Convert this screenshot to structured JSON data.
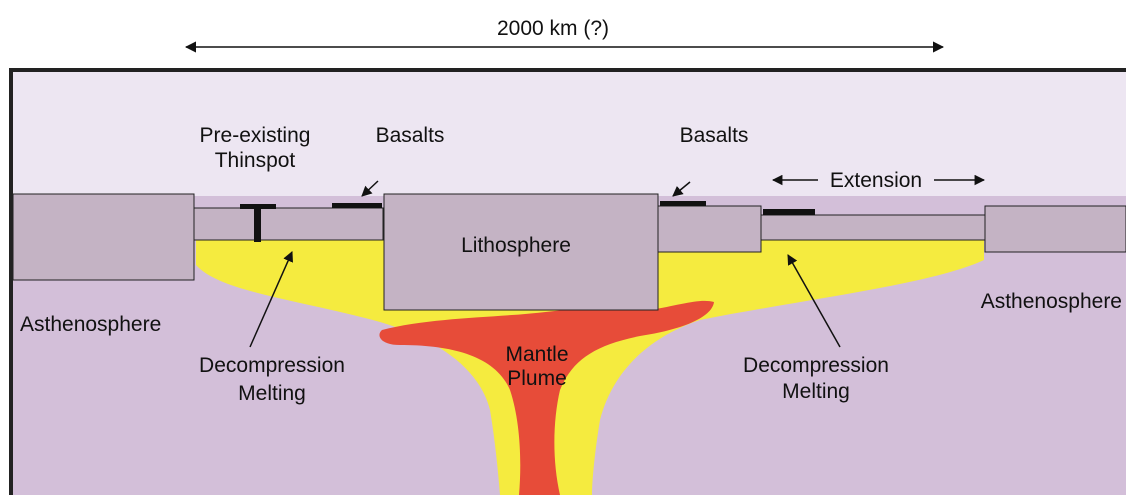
{
  "scale": {
    "label": "2000 km (?)"
  },
  "labels": {
    "pre_existing_line1": "Pre-existing",
    "pre_existing_line2": "Thinspot",
    "basalts_left": "Basalts",
    "basalts_right": "Basalts",
    "extension": "Extension",
    "lithosphere": "Lithosphere",
    "asthenosphere_left": "Asthenosphere",
    "asthenosphere_right": "Asthenosphere",
    "decompression_left_line1": "Decompression",
    "decompression_left_line2": "Melting",
    "decompression_right_line1": "Decompression",
    "decompression_right_line2": "Melting",
    "mantle_plume_line1": "Mantle",
    "mantle_plume_line2": "Plume"
  },
  "colors": {
    "asthenosphere": "#d3bfd9",
    "lithosphere": "#c4b3c4",
    "melt_zone": "#f5eb3f",
    "plume": "#e74c39",
    "basalt": "#111111",
    "frame": "#222222",
    "background_page": "#ffffff",
    "faded_background_text": "#ede6f2"
  }
}
